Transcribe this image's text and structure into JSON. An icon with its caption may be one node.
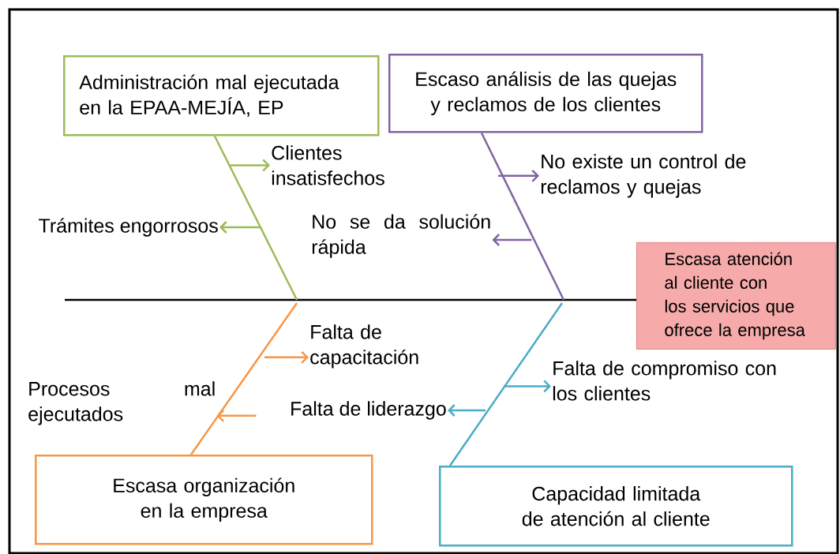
{
  "diagram": {
    "nodes": [
      {
        "text": [
          "Administración mal ejecutada en la EPAA-MEJÍA, EP"
        ]
      },
      {
        "text": [
          "Escaso análisis de las quejas y reclamos de los clientes"
        ]
      },
      {
        "text": [
          "Escasa atención al cliente con los servicios que ofrece la empresa"
        ]
      },
      {
        "text": [
          "Escasa organización en la empresa"
        ]
      },
      {
        "text": [
          "Capacidad limitada de atención al cliente"
        ]
      },
      {
        "text": [
          "Clientes insatisfechos"
        ]
      },
      {
        "text": [
          "Trámites engorrosos"
        ]
      },
      {
        "text": [
          "No existe un control de reclamos y quejas"
        ]
      },
      {
        "text": [
          "No se da solución rápida"
        ]
      },
      {
        "text": [
          "Falta de capacitación"
        ]
      },
      {
        "text": [
          "Procesos mal ejecutados"
        ]
      },
      {
        "text": [
          "Falta de compromiso con los clientes"
        ]
      },
      {
        "text": [
          "Falta de liderazgo"
        ]
      }
    ],
    "edges": [
      {
        "from": null,
        "to": 2,
        "arrow": "none",
        "color": "#000000"
      },
      {
        "from": 0,
        "to": null,
        "arrow": "none",
        "color": "#9bbb59"
      },
      {
        "from": 1,
        "to": null,
        "arrow": "none",
        "color": "#8064a2"
      },
      {
        "from": 3,
        "to": null,
        "arrow": "none",
        "color": "#f79646"
      },
      {
        "from": 4,
        "to": null,
        "arrow": "none",
        "color": "#4bacc6"
      },
      {
        "from": null,
        "to": 5,
        "arrow": "to",
        "color": "#9bbb59"
      },
      {
        "from": null,
        "to": 6,
        "arrow": "to",
        "color": "#9bbb59"
      },
      {
        "from": null,
        "to": 7,
        "arrow": "to",
        "color": "#8064a2"
      },
      {
        "from": null,
        "to": 8,
        "arrow": "to",
        "color": "#8064a2"
      },
      {
        "from": null,
        "to": 9,
        "arrow": "to",
        "color": "#f79646"
      },
      {
        "from": null,
        "to": 10,
        "arrow": "to",
        "color": "#f79646"
      },
      {
        "from": null,
        "to": 11,
        "arrow": "to",
        "color": "#4bacc6"
      },
      {
        "from": null,
        "to": 12,
        "arrow": "to",
        "color": "#4bacc6"
      }
    ]
  }
}
